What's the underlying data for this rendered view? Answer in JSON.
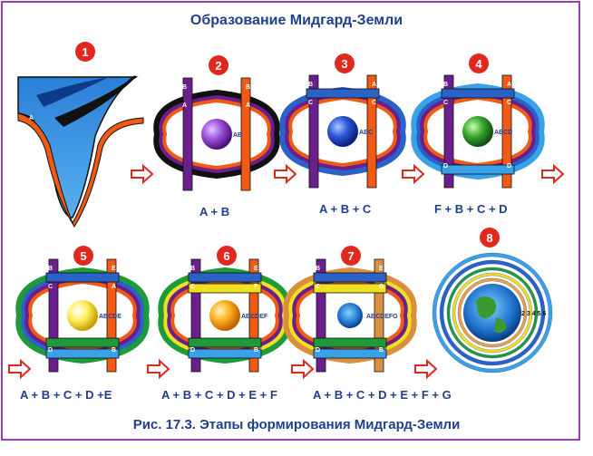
{
  "title": "Образование Мидгард-Земли",
  "caption": "Рис. 17.3. Этапы формирования Мидгард-Земли",
  "colors": {
    "frame": "#9b3fb5",
    "heading": "#1f3f8f",
    "badge": "#e0281e",
    "arrow": "#e0281e",
    "orange": "#f05a14",
    "purple": "#6a1f8c",
    "blue": "#2a62c8",
    "lightblue": "#3aa0e8",
    "green": "#1f9a3a",
    "yellow": "#f0e020",
    "tan": "#d89040",
    "black": "#111111"
  },
  "stages": [
    {
      "number": "1",
      "formula": ""
    },
    {
      "number": "2",
      "formula": "A + B",
      "labels": [
        "B",
        "A",
        "A",
        "B"
      ],
      "center": "AB"
    },
    {
      "number": "3",
      "formula": "A + B + C",
      "labels": [
        "B",
        "C",
        "C",
        "A"
      ],
      "center": "ABC"
    },
    {
      "number": "4",
      "formula": "F + B + C + D",
      "labels": [
        "B",
        "C",
        "C",
        "A",
        "D",
        "D"
      ],
      "center": "ABCD"
    },
    {
      "number": "5",
      "formula": "A + B + C + D +E",
      "labels": [
        "B",
        "C",
        "A",
        "E",
        "D",
        "B"
      ],
      "center": "ABCDE"
    },
    {
      "number": "6",
      "formula": "A + B + C + D + E + F",
      "labels": [
        "B",
        "C",
        "F",
        "E",
        "D",
        "B"
      ],
      "center": "ABCDEF"
    },
    {
      "number": "7",
      "formula": "A + B + C + D + E + F + G",
      "labels": [
        "B",
        "C",
        "G",
        "E",
        "D",
        "B"
      ],
      "center": "ABCDEFG"
    },
    {
      "number": "8",
      "formula": "",
      "center": "2 3 4 5 6"
    }
  ],
  "stage1_label": "A"
}
